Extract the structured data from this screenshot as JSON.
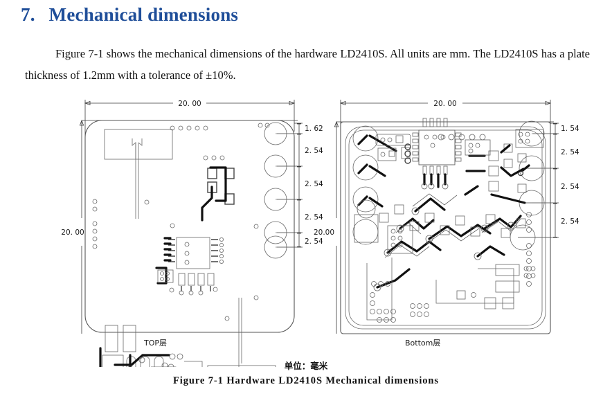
{
  "document": {
    "section_number": "7.",
    "section_title": "Mechanical dimensions",
    "heading_color": "#1F4E99",
    "paragraph": "Figure 7-1 shows the mechanical dimensions of the hardware LD2410S. All units are mm. The LD2410S has a plate thickness of 1.2mm with a tolerance of ±10%.",
    "unit_note": "单位：毫米",
    "figure_caption": "Figure 7-1 Hardware LD2410S Mechanical dimensions"
  },
  "figure": {
    "boards": [
      {
        "id": "top-layer",
        "caption": "TOP层",
        "width_dimension": "20. 00",
        "height_dimension": "20. 00",
        "pitch_dimensions": [
          "1. 62",
          "2. 54",
          "2. 54",
          "2. 54",
          "2. 54"
        ],
        "pad_count": 5
      },
      {
        "id": "bottom-layer",
        "caption": "Bottom层",
        "width_dimension": "20. 00",
        "height_dimension": "20.00",
        "pitch_dimensions": [
          "1. 54",
          "2. 54",
          "2. 54",
          "2. 54"
        ],
        "pad_count": 4
      }
    ]
  }
}
